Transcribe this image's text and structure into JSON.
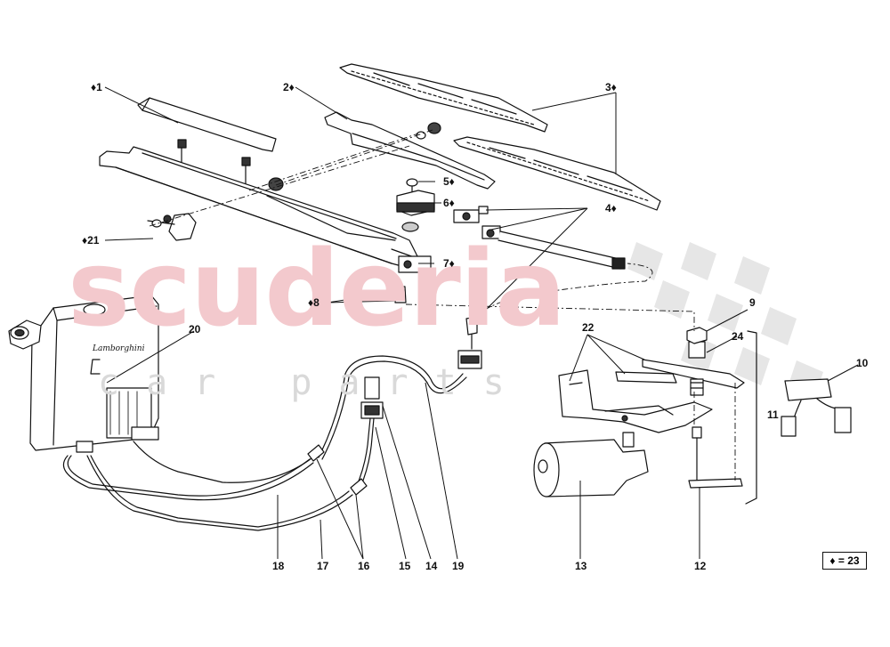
{
  "watermark": {
    "brand": "scuderia",
    "sub": "car parts",
    "color": "#f3c9cd"
  },
  "labels": {
    "p1": "♦1",
    "p2": "2♦",
    "p3": "3♦",
    "p4": "4♦",
    "p5": "5♦",
    "p6": "6♦",
    "p7": "7♦",
    "p8": "♦8",
    "p9": "9",
    "p10": "10",
    "p11": "11",
    "p12": "12",
    "p13": "13",
    "p14": "14",
    "p15": "15",
    "p16": "16",
    "p17": "17",
    "p18": "18",
    "p19": "19",
    "p20": "20",
    "p21": "♦21",
    "p22": "22",
    "p24": "24"
  },
  "tank_badge": "Lamborghini",
  "legend": "♦ = 23"
}
